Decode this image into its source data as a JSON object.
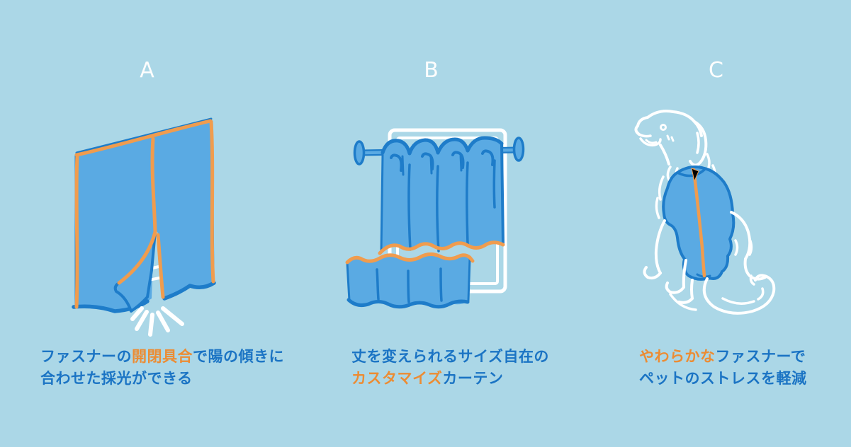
{
  "colors": {
    "background": "#abd7e7",
    "text_blue": "#1b74c4",
    "text_orange": "#ec8c33",
    "label_white": "#fdfdfd",
    "illustration_fill": "#5aaae3",
    "illustration_outline": "#1e7cc9",
    "illustration_accent": "#f09c4e",
    "white": "#ffffff"
  },
  "panels": [
    {
      "label": "A",
      "illustration": "zipper-curtain-open-with-light-rays-illustration",
      "caption": [
        [
          {
            "t": "ファスナーの",
            "c": "blue"
          },
          {
            "t": "開閉具合",
            "c": "orange"
          },
          {
            "t": "で陽の傾きに",
            "c": "blue"
          }
        ],
        [
          {
            "t": "合わせた採光ができる",
            "c": "blue"
          }
        ]
      ]
    },
    {
      "label": "B",
      "illustration": "adjustable-length-grommet-curtain-on-window-illustration",
      "caption": [
        [
          {
            "t": "丈を変えられるサイズ自在の",
            "c": "blue"
          }
        ],
        [
          {
            "t": "カスタマイズ",
            "c": "orange"
          },
          {
            "t": "カーテン",
            "c": "blue"
          }
        ]
      ]
    },
    {
      "label": "C",
      "illustration": "dog-wearing-zip-back-garment-illustration",
      "caption": [
        [
          {
            "t": "やわらかな",
            "c": "orange"
          },
          {
            "t": "ファスナーで",
            "c": "blue"
          }
        ],
        [
          {
            "t": "ペットのストレスを軽減",
            "c": "blue"
          }
        ]
      ]
    }
  ]
}
